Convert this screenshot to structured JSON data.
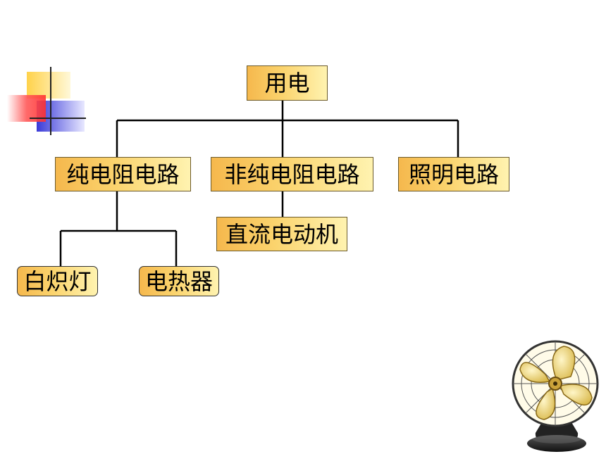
{
  "diagram": {
    "root": {
      "label": "用电"
    },
    "categories": [
      {
        "label": "纯电阻电路"
      },
      {
        "label": "非纯电阻电路"
      },
      {
        "label": "照明电路"
      }
    ],
    "pure_children": [
      {
        "label": "白炽灯"
      },
      {
        "label": "电热器"
      }
    ],
    "nonpure_children": [
      {
        "label": "直流电动机"
      }
    ]
  },
  "icons": {
    "corner_decoration": "corner-squares-icon",
    "fan": "electric-fan-icon"
  },
  "colors": {
    "box_fill_start": "#f5b84d",
    "box_fill_end": "#fff3b0",
    "line": "#000000"
  }
}
